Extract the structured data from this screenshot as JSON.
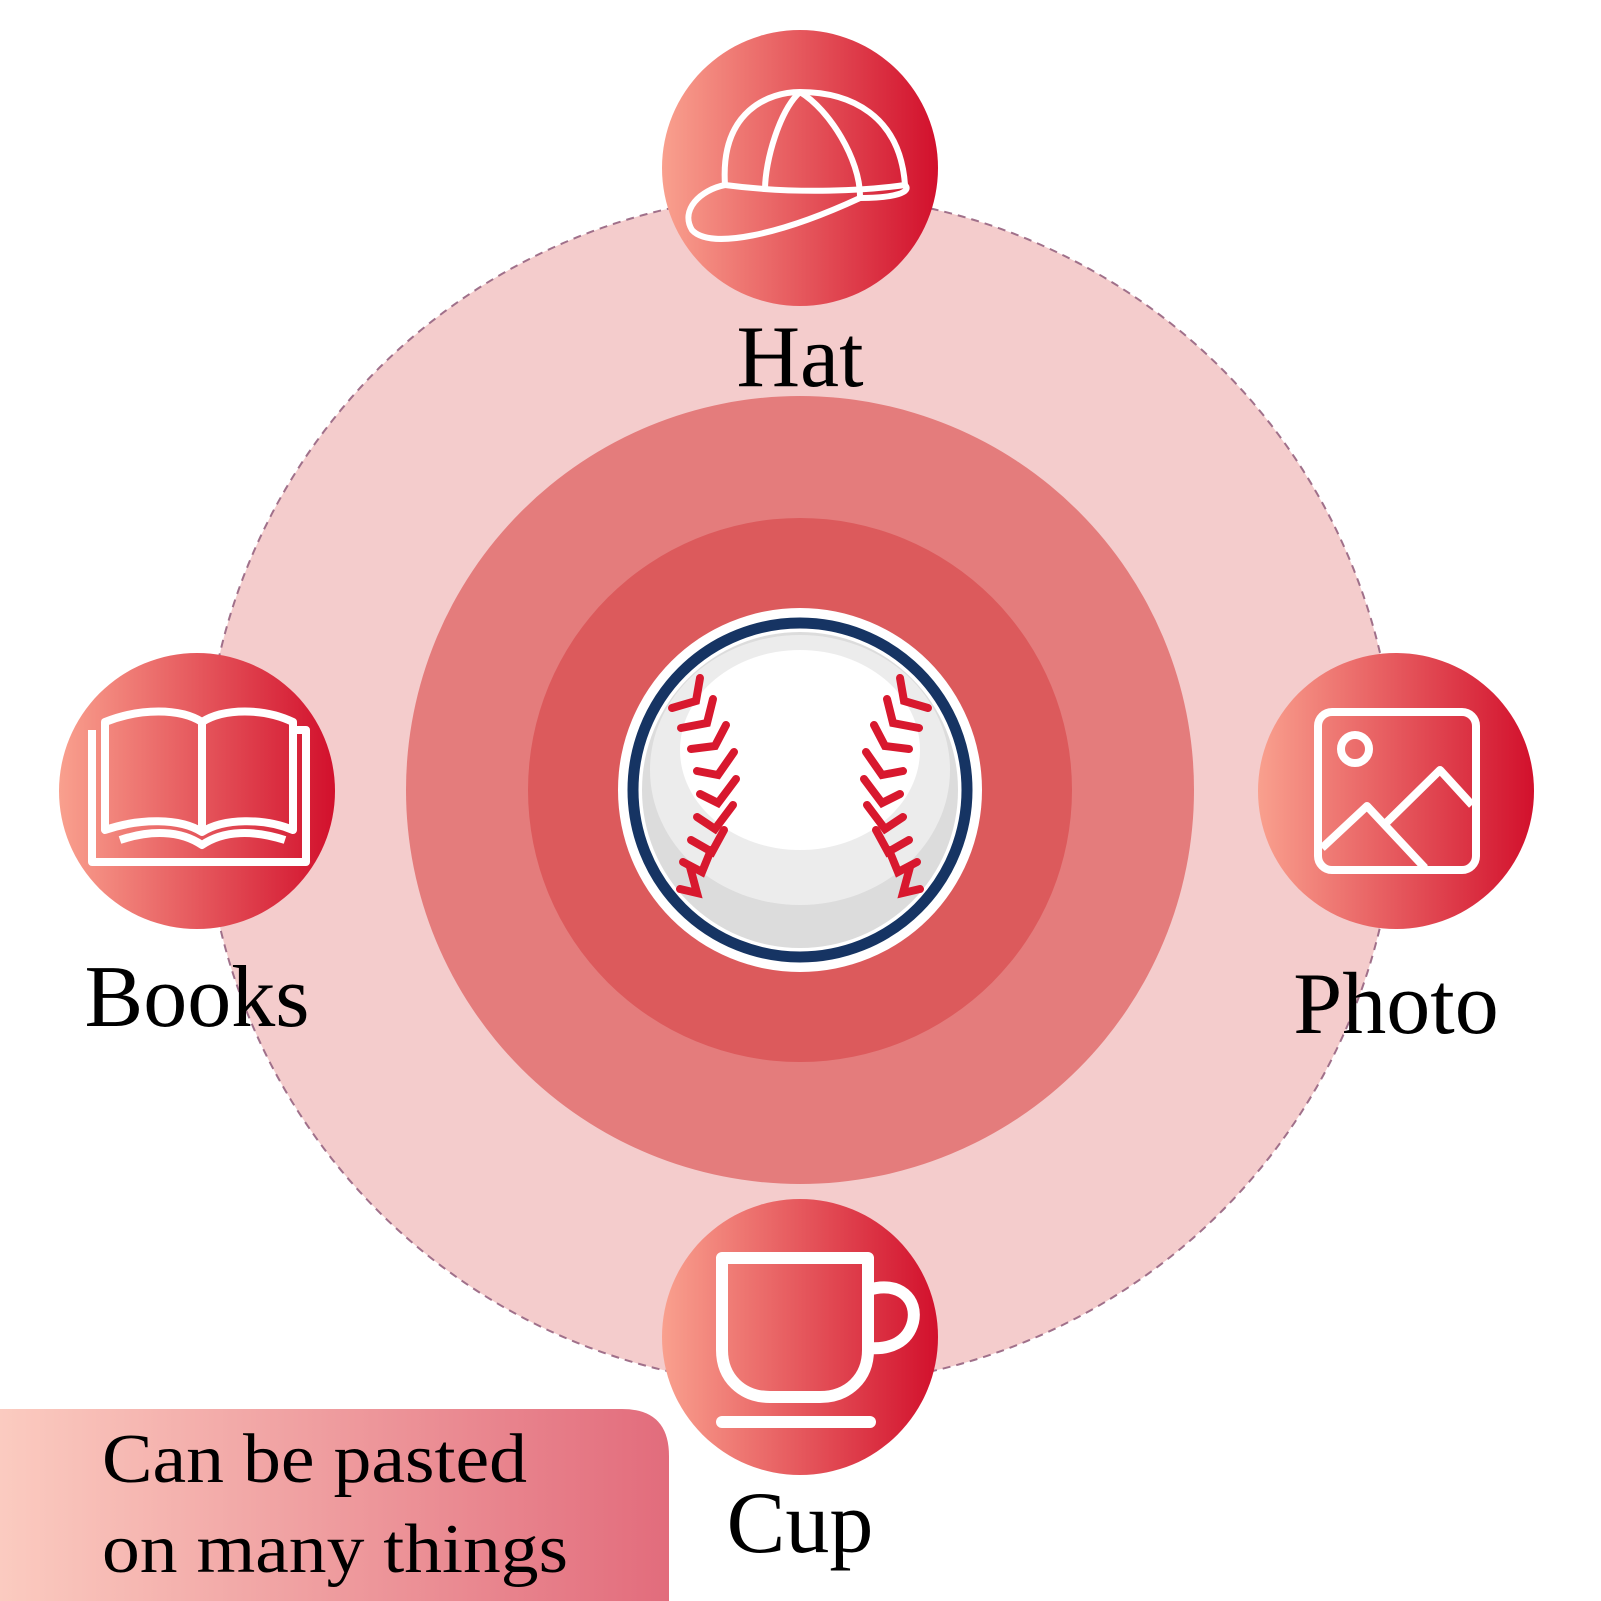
{
  "nodes": {
    "center": {
      "icon": "baseball-icon"
    },
    "hat": {
      "label": "Hat",
      "icon": "baseball-cap-icon"
    },
    "books": {
      "label": "Books",
      "icon": "open-book-icon"
    },
    "photo": {
      "label": "Photo",
      "icon": "image-icon"
    },
    "cup": {
      "label": "Cup",
      "icon": "cup-icon"
    }
  },
  "caption": {
    "line1": "Can be pasted",
    "line2": "on many things"
  },
  "colors": {
    "outer_ring": "#f4cccc",
    "middle_ring": "#e47c7c",
    "inner_ring": "#dc5a5c",
    "gradient_start": "#f9a08e",
    "gradient_end": "#d2102c",
    "ball_ring": "#163463",
    "stitch": "#d8182e"
  }
}
